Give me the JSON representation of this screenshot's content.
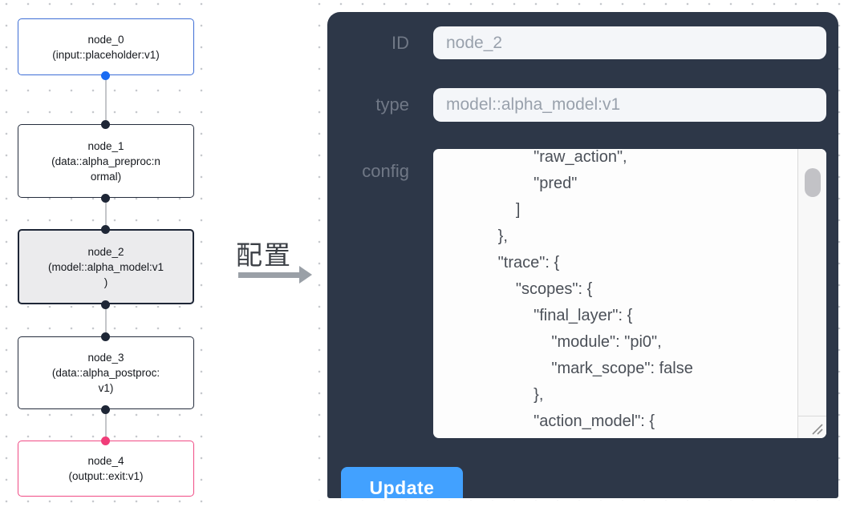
{
  "graph": {
    "nodes": [
      {
        "label_lines": [
          "node_0",
          "(input::placeholder:v1)"
        ]
      },
      {
        "label_lines": [
          "node_1",
          "(data::alpha_preproc:n",
          "ormal)"
        ]
      },
      {
        "label_lines": [
          "node_2",
          "(model::alpha_model:v1",
          ")"
        ]
      },
      {
        "label_lines": [
          "node_3",
          "(data::alpha_postproc:",
          "v1)"
        ]
      },
      {
        "label_lines": [
          "node_4",
          "(output::exit:v1)"
        ]
      }
    ]
  },
  "annotation": {
    "arrow_label": "配置"
  },
  "panel": {
    "fields": [
      {
        "label": "ID",
        "value": "node_2"
      },
      {
        "label": "type",
        "value": "model::alpha_model:v1"
      }
    ],
    "config_label": "config",
    "config_lines": [
      "                    \"raw_action\",",
      "                    \"pred\"",
      "                ]",
      "            },",
      "            \"trace\": {",
      "                \"scopes\": {",
      "                    \"final_layer\": {",
      "                        \"module\": \"pi0\",",
      "                        \"mark_scope\": false",
      "                    },",
      "                    \"action_model\": {"
    ],
    "update_label": "Update"
  },
  "colors": {
    "panel_bg": "#2d3748",
    "button_blue": "#42a1ff",
    "node_input_border": "#3e6ed6",
    "node_selected_border": "#1e2636",
    "node_output_border": "#f04b85",
    "port_blue": "#1b6cf2",
    "port_dark": "#1e2636",
    "port_pink": "#f03d79"
  }
}
